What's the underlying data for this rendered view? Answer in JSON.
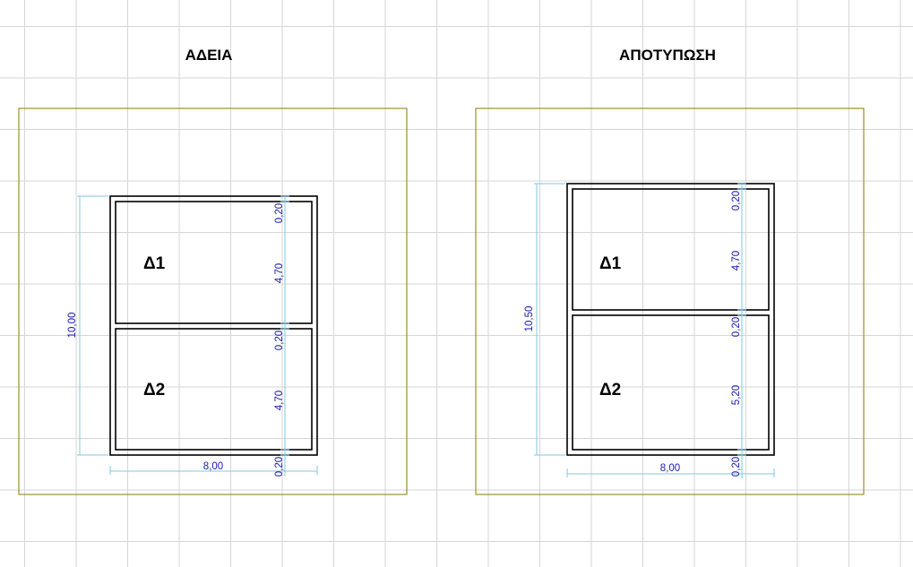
{
  "panels": [
    {
      "title": "ΑΔΕΙΑ",
      "rooms": [
        "Δ1",
        "Δ2"
      ],
      "dims": {
        "width": "8,00",
        "height_total": "10,00",
        "vertical": [
          "0,20",
          "4,70",
          "0,20",
          "4,70",
          "0,20"
        ]
      }
    },
    {
      "title": "ΑΠΟΤΥΠΩΣΗ",
      "rooms": [
        "Δ1",
        "Δ2"
      ],
      "dims": {
        "width": "8,00",
        "height_total": "10,50",
        "vertical": [
          "0,20",
          "4,70",
          "0,20",
          "5,20",
          "0,20"
        ]
      }
    }
  ]
}
